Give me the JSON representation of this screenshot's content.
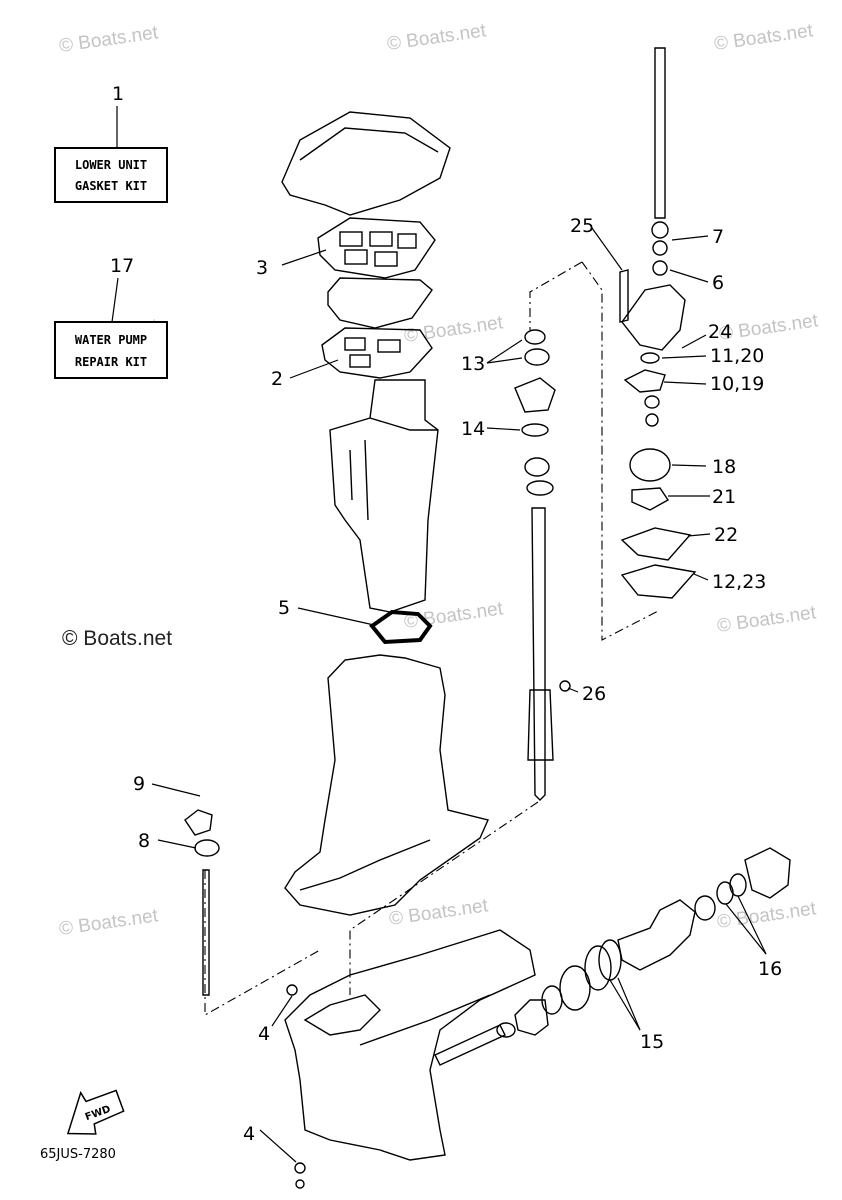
{
  "watermark": "© Boats.net",
  "kits": [
    {
      "number": "1",
      "line1": "LOWER UNIT",
      "line2": "GASKET KIT"
    },
    {
      "number": "17",
      "line1": "WATER PUMP",
      "line2": "REPAIR KIT"
    }
  ],
  "callouts": [
    "3",
    "2",
    "5",
    "9",
    "8",
    "4",
    "4",
    "25",
    "7",
    "6",
    "24",
    "11,20",
    "10,19",
    "13",
    "14",
    "18",
    "21",
    "22",
    "12,23",
    "26",
    "16",
    "15"
  ],
  "direction_label": "FWD",
  "diagram_code": "65JUS-7280"
}
